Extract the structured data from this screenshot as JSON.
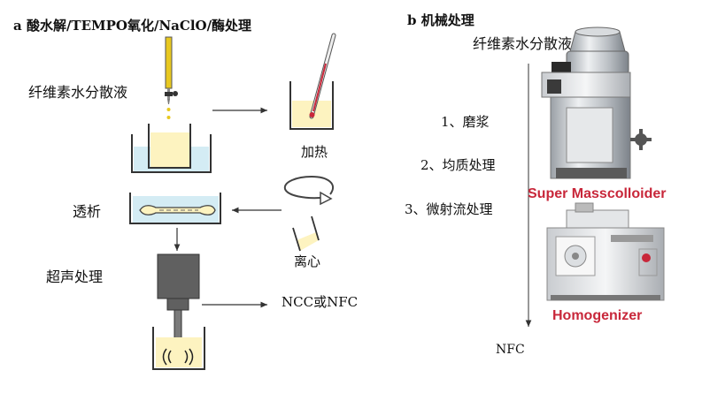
{
  "panel_a": {
    "title": "a 酸水解/TEMPO氧化/NaClO/酶处理",
    "label_dispersion": "纤维素水分散液",
    "label_heating": "加热",
    "label_dialysis": "透析",
    "label_centrifuge": "离心",
    "label_sonication": "超声处理",
    "label_product": "NCC或NFC"
  },
  "panel_b": {
    "title": "b 机械处理",
    "label_dispersion": "纤维素水分散液",
    "steps": [
      "1、磨浆",
      "2、均质处理",
      "3、微射流处理"
    ],
    "machine_1_label": "Super Masscolloider",
    "machine_2_label": "Homogenizer",
    "label_product": "NFC"
  },
  "colors": {
    "liquid_blue": "#d4ecf4",
    "liquid_yellow": "#fdf3c0",
    "machine_label_red": "#c8273a",
    "pipette_yellow": "#e8c820",
    "probe_gray": "#606060"
  }
}
